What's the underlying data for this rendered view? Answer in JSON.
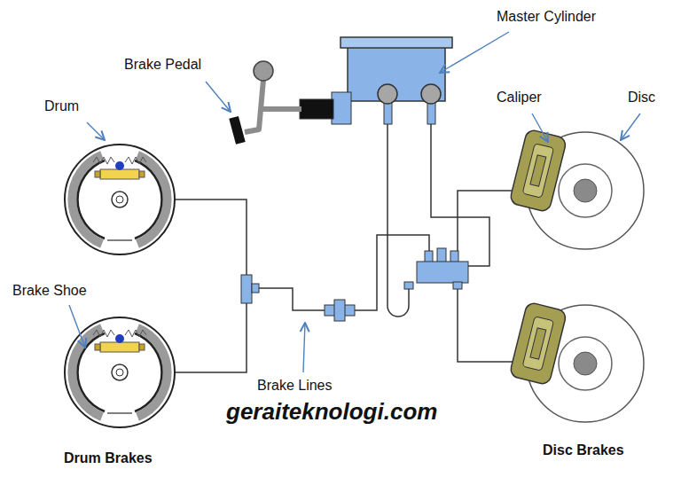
{
  "diagram": {
    "labels": [
      "Master Cylinder",
      "Brake Pedal",
      "Drum",
      "Caliper",
      "Disc",
      "Brake Shoe",
      "Brake Lines",
      "geraiteknologi.com",
      "Drum Brakes",
      "Disc Brakes"
    ]
  }
}
